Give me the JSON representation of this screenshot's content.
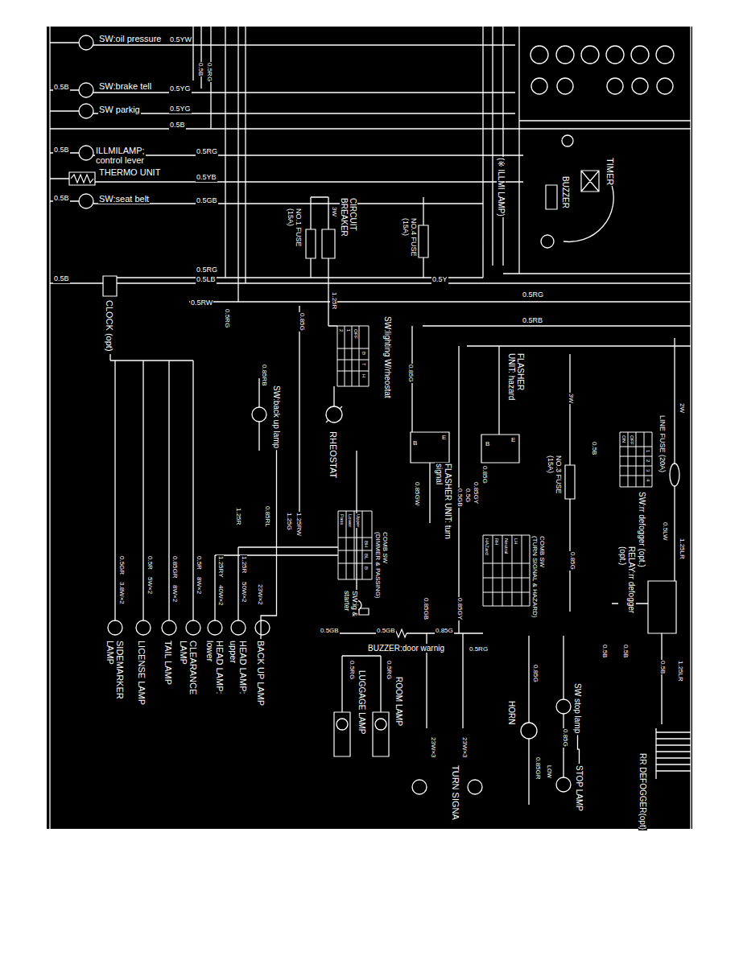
{
  "diagram": {
    "nodes": [
      {
        "text": [
          "SW:oil pressure"
        ]
      },
      {
        "text": [
          "SW:brake tell"
        ]
      },
      {
        "text": [
          "SW parkig"
        ]
      },
      {
        "text": [
          "ILLMILAMP;",
          "control lever"
        ]
      },
      {
        "text": [
          "THERMO UNIT"
        ]
      },
      {
        "text": [
          "SW:seat belt"
        ]
      },
      {
        "text": [
          "TIMER"
        ]
      },
      {
        "text": [
          "BUZZER"
        ]
      },
      {
        "text": [
          "(※ ILLMI LAMP)"
        ]
      },
      {
        "text": [
          "CIRCUIT BREAKER"
        ]
      },
      {
        "text": [
          "NO.1 FUSE",
          "(15A)"
        ]
      },
      {
        "text": [
          "NO.4 FUSE",
          "(15A)"
        ]
      },
      {
        "text": [
          "CLOCK (opt)"
        ]
      },
      {
        "text": [
          "SW:lighting W/rheostat"
        ]
      },
      {
        "text": [
          "RHEOSTAT"
        ]
      },
      {
        "text": [
          "SW:back up lamp"
        ]
      },
      {
        "text": [
          "FLASHER UNIT: hazard"
        ]
      },
      {
        "text": [
          "FLASHER UNIT: turn signal"
        ]
      },
      {
        "text": [
          "NO.3 FUSE",
          "(15A)"
        ]
      },
      {
        "text": [
          "LINE FUSE (20A)"
        ]
      },
      {
        "text": [
          "SW:rr defogger (opt.)"
        ]
      },
      {
        "text": [
          "RELAY:rr defogger (opt.)"
        ]
      },
      {
        "text": [
          "COMB SW",
          "(DIMMER & PASSING)"
        ]
      },
      {
        "text": [
          "COMB SW",
          "(TURN SIGNAL & HAZARD)"
        ]
      },
      {
        "text": [
          "SW:ig & starter"
        ]
      },
      {
        "text": [
          "BUZZER:door warnig"
        ]
      },
      {
        "text": [
          "SIDEMARKER LAMP"
        ]
      },
      {
        "text": [
          "LICENSE LAMP"
        ]
      },
      {
        "text": [
          "TAIL LAMP"
        ]
      },
      {
        "text": [
          "CLEARANCE LAMP"
        ]
      },
      {
        "text": [
          "HEAD LAMP: lower"
        ]
      },
      {
        "text": [
          "HEAD LAMP: upper"
        ]
      },
      {
        "text": [
          "BACK UP LAMP"
        ]
      },
      {
        "text": [
          "LUGGAGE LAMP"
        ]
      },
      {
        "text": [
          "ROOM LAMP"
        ]
      },
      {
        "text": [
          "TURN SIGNA"
        ]
      },
      {
        "text": [
          "HORN"
        ]
      },
      {
        "text": [
          "SW stop lamp"
        ]
      },
      {
        "text": [
          "STOP LAMP"
        ]
      },
      {
        "text": [
          "RR DEFOGGER(opt)"
        ]
      }
    ],
    "edges": [
      {
        "from": 15,
        "to": 32,
        "arrow": "none"
      },
      {
        "from": 37,
        "to": 38,
        "arrow": "none"
      }
    ],
    "labels": [
      "0.5YW",
      "0.5B",
      "0.5RG",
      "0.5B",
      "0.5YG",
      "0.5YG",
      "0.5B",
      "0.5B",
      "0.5RG",
      "0.5YB",
      "0.5B",
      "0.5GB",
      "3W",
      "0.5RG",
      "0.5LB",
      "0.5B",
      "0.5RW",
      "0.5RG",
      "0.85G",
      "1.25R",
      "0.5Y",
      "0.5RG",
      "0.5RB",
      "0.85G",
      "0.85RB",
      "3W",
      "0.5B",
      "2W",
      "0.5LW",
      "1.25LR",
      "1.25R",
      "0.85RL",
      "1.25G",
      "1.25RW",
      "0.85GW",
      "0.5GB",
      "0.5G",
      "0.85GY",
      "0.85G",
      "0.5GR",
      "3.8W×2",
      "0.5R",
      "5W×2",
      "0.85GR",
      "8W×2",
      "0.5R",
      "8W×2",
      "1.25RY",
      "40W×2",
      "1.25R",
      "50W×2",
      "23W×2",
      "0.5GB",
      "0.5GB",
      "0.85G",
      "0.5RG",
      "0.85GB",
      "0.85GY",
      "0.85G",
      "0.5RG",
      "0.5RG",
      "23W×3",
      "23W×3",
      "0.85G",
      "0.85GR",
      "LOW",
      "0.85G",
      "0.5B",
      "0.5B",
      "0.5B",
      "1.25LR",
      "OFF",
      "1",
      "2",
      "B",
      "T",
      "H",
      "ON",
      "OFF",
      "1",
      "2",
      "3",
      "4",
      "Pass",
      "Lower",
      "Upper",
      "BH",
      "BL",
      "B",
      "HAZard",
      "RH",
      "Neutral",
      "LH",
      "E",
      "B",
      "B",
      "E"
    ]
  }
}
